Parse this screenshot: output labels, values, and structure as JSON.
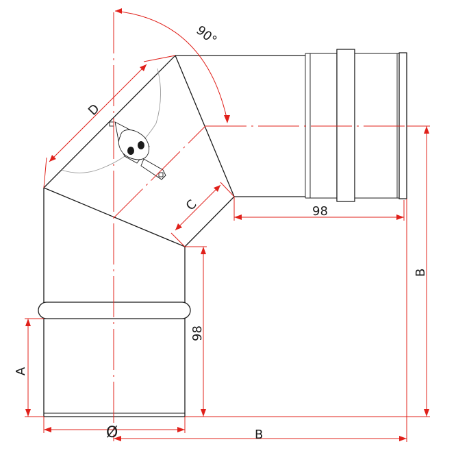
{
  "labels": {
    "angle": "90°",
    "d": "D",
    "c": "C",
    "a": "A",
    "b_vertical": "B",
    "b_horizontal": "B",
    "len_top": "98",
    "len_side": "98",
    "diameter": "Ø"
  },
  "colors": {
    "outline": "#1a1a1a",
    "dimension": "#e0201a",
    "hidden": "#9a9a9a"
  }
}
